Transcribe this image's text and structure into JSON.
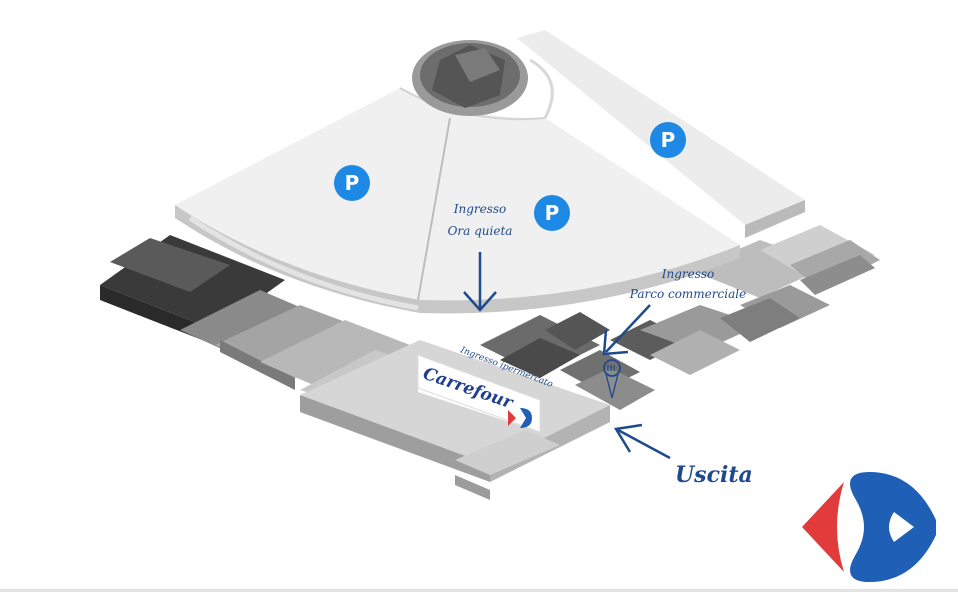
{
  "colors": {
    "parking_badge": "#1e88e5",
    "label_blue": "#1f4a8c",
    "carrefour_red": "#e23b3b",
    "carrefour_blue": "#1f5fb5"
  },
  "parking": {
    "left": "P",
    "center": "P",
    "right": "P"
  },
  "labels": {
    "ingresso_ora_quieta_line1": "Ingresso",
    "ingresso_ora_quieta_line2": "Ora quieta",
    "ingresso_parco_line1": "Ingresso",
    "ingresso_parco_line2": "Parco commerciale",
    "ingresso_ipermercato": "Ingresso ipermercato",
    "uscita": "Uscita"
  },
  "store_sign": {
    "brand": "Carrefour"
  },
  "icons": [
    "parking-icon",
    "arrow-icon",
    "map-pin-icon",
    "carrefour-logo"
  ]
}
